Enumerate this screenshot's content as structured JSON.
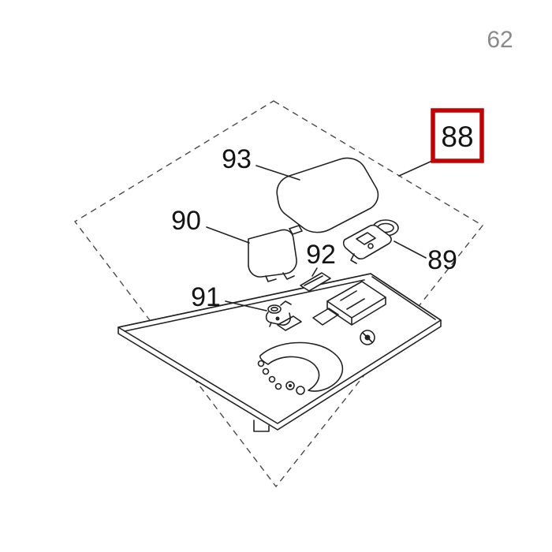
{
  "page_number": "62",
  "diagram": {
    "highlight_color": "#c40000",
    "line_color": "#222222",
    "parts": [
      {
        "label": "88",
        "highlighted": true
      },
      {
        "label": "89",
        "highlighted": false
      },
      {
        "label": "90",
        "highlighted": false
      },
      {
        "label": "91",
        "highlighted": false
      },
      {
        "label": "92",
        "highlighted": false
      },
      {
        "label": "93",
        "highlighted": false
      }
    ]
  }
}
